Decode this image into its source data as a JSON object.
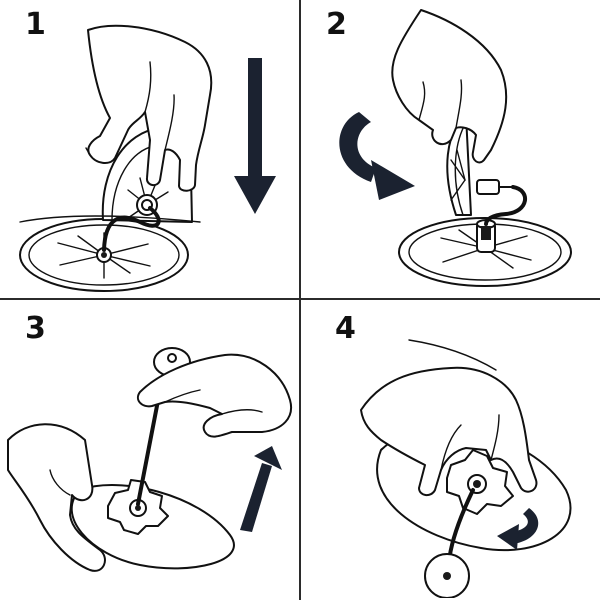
{
  "steps": [
    {
      "number": "1",
      "icon": "arrow-down-icon"
    },
    {
      "number": "2",
      "icon": "rotate-clockwise-icon"
    },
    {
      "number": "3",
      "icon": "arrow-up-icon"
    },
    {
      "number": "4",
      "icon": "rotate-counterclockwise-icon"
    }
  ],
  "colors": {
    "ink": "#111111",
    "arrow": "#1b2230",
    "background": "#ffffff"
  }
}
